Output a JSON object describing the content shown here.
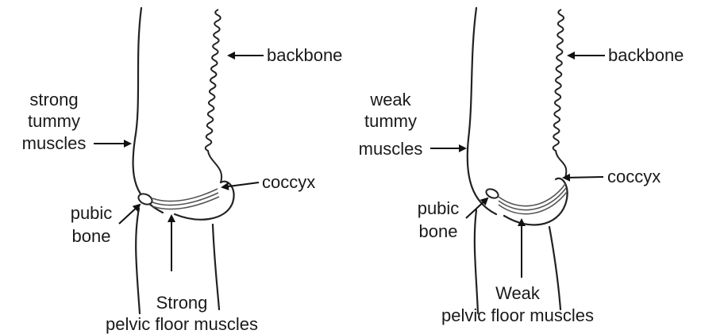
{
  "panels": [
    {
      "variant": "strong",
      "labels": {
        "backbone": "backbone",
        "tummy_line1": "strong",
        "tummy_line2": "tummy",
        "tummy_line3": "muscles",
        "coccyx": "coccyx",
        "pubic_line1": "pubic",
        "pubic_line2": "bone",
        "floor_line1": "Strong",
        "floor_line2": "pelvic floor muscles"
      }
    },
    {
      "variant": "weak",
      "labels": {
        "backbone": "backbone",
        "tummy_line1": "weak",
        "tummy_line2": "tummy",
        "tummy_line3": "muscles",
        "coccyx": "coccyx",
        "pubic_line1": "pubic",
        "pubic_line2": "bone",
        "floor_line1": "Weak",
        "floor_line2": "pelvic floor muscles"
      }
    }
  ],
  "colors": {
    "line": "#222222",
    "text": "#1a1a1a",
    "background": "#ffffff"
  }
}
